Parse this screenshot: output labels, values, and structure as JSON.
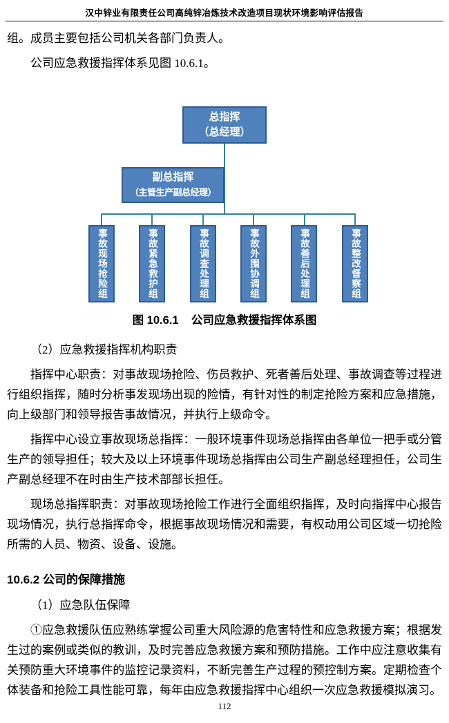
{
  "header": {
    "title": "汉中锌业有限责任公司高纯锌冶炼技术改造项目现状环境影响评估报告"
  },
  "intro": {
    "p1": "组。成员主要包括公司机关各部门负责人。",
    "p2": "公司应急救援指挥体系见图 10.6.1。"
  },
  "org_chart": {
    "top_box": {
      "line1": "总指挥",
      "line2": "（总经理）"
    },
    "deputy_box": {
      "line1": "副总指挥",
      "line2": "（主管生产副总经理）"
    },
    "groups": [
      "事故现场抢险组",
      "事故紧急救护组",
      "事故调查处理组",
      "事故外围协调组",
      "事故善后处理组",
      "事故整改督察组"
    ],
    "caption": "图 10.6.1    公司应急救援指挥体系图",
    "colors": {
      "box_fill": "#4f81bd",
      "box_border": "#2f5b8f",
      "connector": "#31849b"
    }
  },
  "duties": {
    "heading": "（2）应急救援指挥机构职责",
    "p1": "指挥中心职责：对事故现场抢险、伤员救护、死者善后处理、事故调查等过程进行组织指挥，随时分析事发现场出现的险情，有针对性的制定抢险方案和应急措施，向上级部门和领导报告事故情况，并执行上级命令。",
    "p2": "指挥中心设立事故现场总指挥：一般环境事件现场总指挥由各单位一把手或分管生产的领导担任；较大及以上环境事件现场总指挥由公司生产副总经理担任，公司生产副总经理不在时由生产技术部部长担任。",
    "p3": "现场总指挥职责：对事故现场抢险工作进行全面组织指挥，及时向指挥中心报告现场情况，执行总指挥命令，根据事故现场情况和需要，有权动用公司区域一切抢险所需的人员、物资、设备、设施。"
  },
  "section_1062": {
    "heading": "10.6.2 公司的保障措施",
    "sub1": "（1）应急队伍保障",
    "p1": "①应急救援队伍应熟练掌握公司重大风险源的危害特性和应急救援方案；根据发生过的案例或类似的教训，及时完善应急救援方案和预防措施。工作中应注意收集有关预防重大环境事件的监控记录资料，不断完善生产过程的预控制方案。定期检查个体装备和抢险工具性能可靠，每年由应急救援指挥中心组织一次应急救援模拟演习。"
  },
  "footer": {
    "page_number": "112"
  }
}
